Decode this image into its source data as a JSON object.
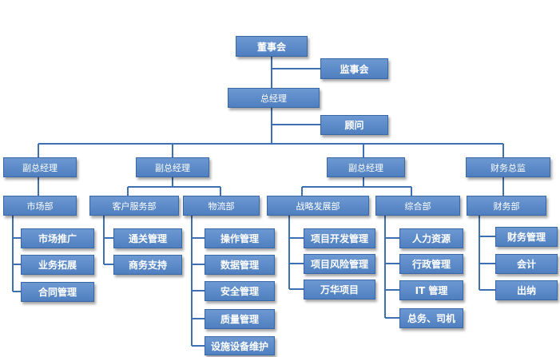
{
  "org": {
    "board": "董事会",
    "supervisors": "监事会",
    "gm": "总经理",
    "advisor": "顾问",
    "vp1": "副总经理",
    "vp2": "副总经理",
    "vp3": "副总经理",
    "cfo": "财务总监",
    "market_dept": {
      "name": "市场部",
      "items": [
        "市场推广",
        "业务拓展",
        "合同管理"
      ]
    },
    "customer_dept": {
      "name": "客户服务部",
      "items": [
        "通关管理",
        "商务支持"
      ]
    },
    "logistics_dept": {
      "name": "物流部",
      "items": [
        "操作管理",
        "数据管理",
        "安全管理",
        "质量管理",
        "设施设备维护"
      ]
    },
    "strategy_dept": {
      "name": "战略发展部",
      "items": [
        "项目开发管理",
        "项目风险管理",
        "万华项目"
      ]
    },
    "general_dept": {
      "name": "综合部",
      "items": [
        "人力资源",
        "行政管理",
        "IT 管理",
        "总务、司机"
      ]
    },
    "finance_dept": {
      "name": "财务部",
      "items": [
        "财务管理",
        "会计",
        "出纳"
      ]
    }
  }
}
